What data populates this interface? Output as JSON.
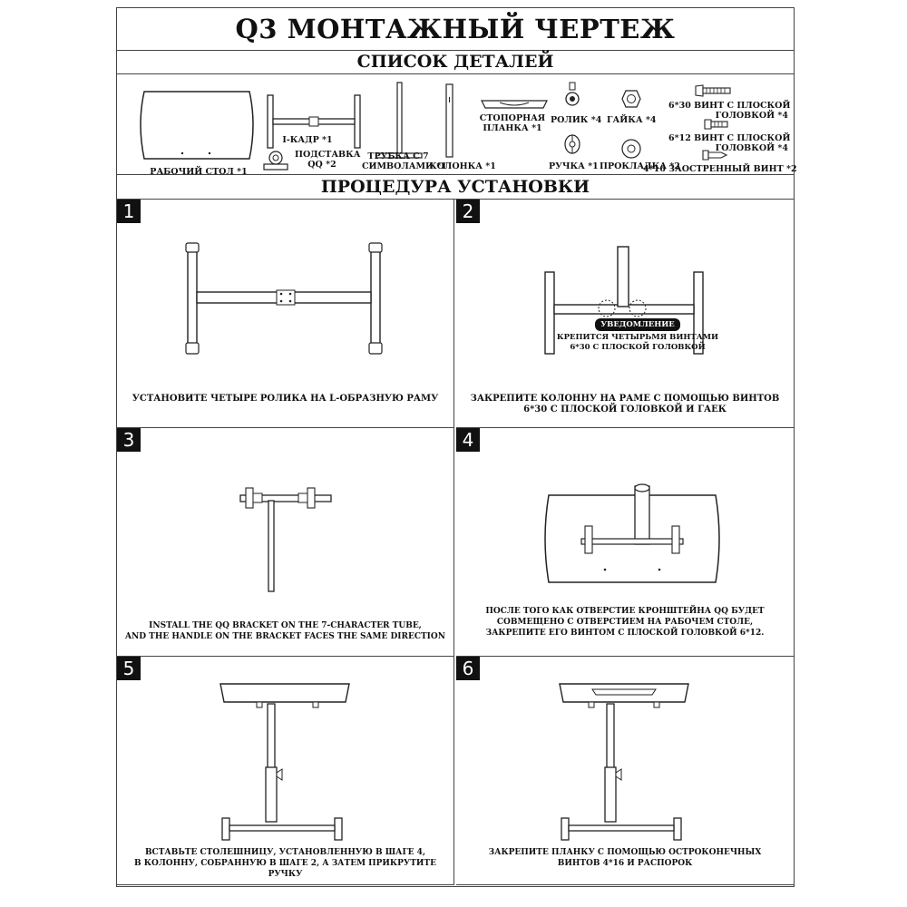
{
  "title": "Q3 МОНТАЖНЫЙ ЧЕРТЕЖ",
  "parts_section": {
    "heading": "СПИСОК ДЕТАЛЕЙ",
    "parts": {
      "desk": "РАБОЧИЙ СТОЛ *1",
      "frame": "I-КАДР *1",
      "bracket_line1": "ПОДСТАВКА",
      "bracket_line2": "QQ *2",
      "tube_line1": "ТРУБКА С 7",
      "tube_line2": "СИМВОЛАМИ *1",
      "column": "КОЛОНКА *1",
      "plate_line1": "СТОПОРНАЯ",
      "plate_line2": "ПЛАНКА *1",
      "caster": "РОЛИК *4",
      "nut": "ГАЙКА *4",
      "handle": "РУЧКА *1",
      "washer": "ПРОКЛАДКА *2",
      "screw630_line1": "6*30 ВИНТ С ПЛОСКОЙ",
      "screw630_line2": "ГОЛОВКОЙ *4",
      "screw612_line1": "6*12 ВИНТ С ПЛОСКОЙ",
      "screw612_line2": "ГОЛОВКОЙ *4",
      "screw416": "4*16 ЗАОСТРЕННЫЙ ВИНТ *2"
    }
  },
  "procedure_section": {
    "heading": "ПРОЦЕДУРА УСТАНОВКИ",
    "steps": [
      {
        "number": "1",
        "caption_line1": "УСТАНОВИТЕ ЧЕТЫРЕ РОЛИКА НА L-ОБРАЗНУЮ РАМУ",
        "caption_line2": "",
        "caption_line3": ""
      },
      {
        "number": "2",
        "caption_line1": "ЗАКРЕПИТЕ КОЛОННУ НА РАМЕ С ПОМОЩЬЮ ВИНТОВ",
        "caption_line2": "6*30 С ПЛОСКОЙ ГОЛОВКОЙ И ГАЕК",
        "caption_line3": "",
        "notice_badge": "УВЕДОМЛЕНИЕ",
        "notice_line1": "КРЕПИТСЯ ЧЕТЫРЬМЯ ВИНТАМИ",
        "notice_line2": "6*30 С ПЛОСКОЙ ГОЛОВКОЙ"
      },
      {
        "number": "3",
        "caption_line1": "INSTALL THE QQ BRACKET ON THE 7-CHARACTER TUBE,",
        "caption_line2": "AND THE HANDLE ON THE BRACKET FACES THE SAME DIRECTION",
        "caption_line3": ""
      },
      {
        "number": "4",
        "caption_line1": "ПОСЛЕ ТОГО КАК ОТВЕРСТИЕ КРОНШТЕЙНА QQ БУДЕТ",
        "caption_line2": "СОВМЕЩЕНО С ОТВЕРСТИЕМ НА РАБОЧЕМ СТОЛЕ,",
        "caption_line3": "ЗАКРЕПИТЕ ЕГО ВИНТОМ С ПЛОСКОЙ ГОЛОВКОЙ 6*12."
      },
      {
        "number": "5",
        "caption_line1": "ВСТАВЬТЕ СТОЛЕШНИЦУ, УСТАНОВЛЕННУЮ В ШАГЕ 4,",
        "caption_line2": "В КОЛОННУ, СОБРАННУЮ В ШАГЕ 2, А ЗАТЕМ ПРИКРУТИТЕ РУЧКУ",
        "caption_line3": ""
      },
      {
        "number": "6",
        "caption_line1": "ЗАКРЕПИТЕ ПЛАНКУ С ПОМОЩЬЮ ОСТРОКОНЕЧНЫХ",
        "caption_line2": "ВИНТОВ 4*16 И РАСПОРОК",
        "caption_line3": ""
      }
    ]
  }
}
